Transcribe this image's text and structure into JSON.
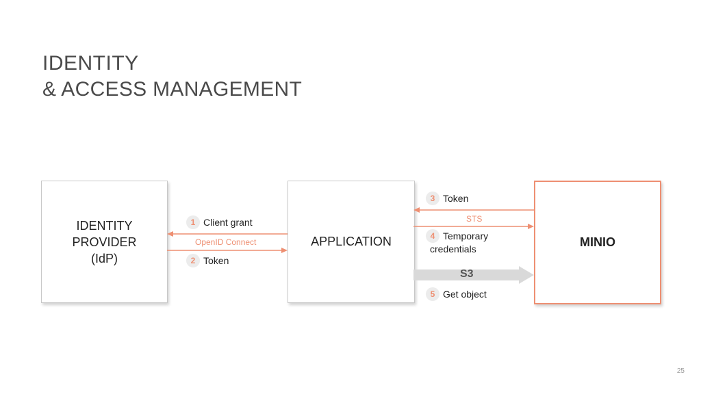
{
  "title": {
    "line1": "IDENTITY",
    "line2": "& ACCESS MANAGEMENT"
  },
  "boxes": {
    "idp": {
      "lines": [
        "IDENTITY",
        "PROVIDER",
        "(IdP)"
      ]
    },
    "app": {
      "label": "APPLICATION"
    },
    "minio": {
      "label": "MINIO"
    }
  },
  "steps": [
    {
      "num": "1",
      "label": "Client grant"
    },
    {
      "num": "2",
      "label": "Token"
    },
    {
      "num": "3",
      "label": "Token"
    },
    {
      "num": "4",
      "label": "Temporary",
      "label2": "credentials"
    },
    {
      "num": "5",
      "label": "Get object"
    }
  ],
  "protocols": {
    "openid": "OpenID Connect",
    "sts": "STS",
    "s3": "S3"
  },
  "colors": {
    "accent": "#ee8f72",
    "s3_arrow": "#d9d9d9",
    "box_border": "#c8c8c8"
  },
  "page_number": "25"
}
